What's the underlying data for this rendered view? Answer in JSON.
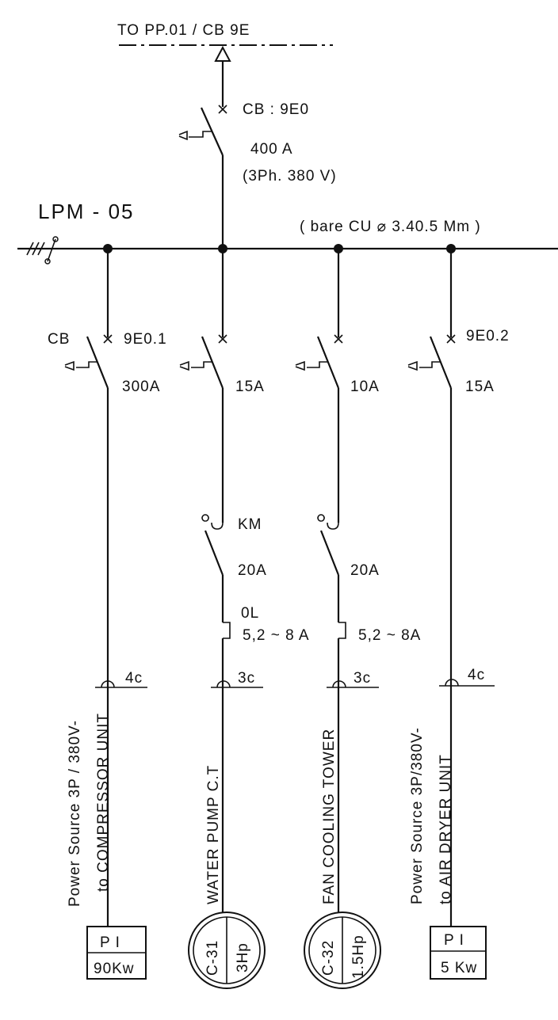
{
  "header": {
    "source_label": "TO PP.01 / CB 9E"
  },
  "main_breaker": {
    "name": "CB : 9E0",
    "rating": "400 A",
    "supply": "(3Ph. 380 V)"
  },
  "panel": {
    "name": "LPM - 05",
    "busbar": "( bare CU ⌀ 3.40.5 Mm )"
  },
  "feeders": [
    {
      "breaker_prefix": "CB",
      "breaker_id": "9E0.1",
      "breaker_rating": "300A",
      "cable": "4c",
      "load_line1": "Power Source 3P / 380V-",
      "load_line2": "to COMPRESSOR UNIT",
      "terminal_top": "P I",
      "terminal_bottom": "90Kw"
    },
    {
      "breaker_rating": "15A",
      "contactor": "KM",
      "contactor_rating": "20A",
      "overload": "0L",
      "overload_range": "5,2 ~ 8 A",
      "cable": "3c",
      "load_line1": "WATER PUMP C.T",
      "motor_id": "C-31",
      "motor_power": "3Hp"
    },
    {
      "breaker_rating": "10A",
      "contactor_rating": "20A",
      "overload_range": "5,2 ~ 8A",
      "cable": "3c",
      "load_line1": "FAN COOLING TOWER",
      "motor_id": "C-32",
      "motor_power": "1.5Hp"
    },
    {
      "breaker_id": "9E0.2",
      "breaker_rating": "15A",
      "cable": "4c",
      "load_line1": "Power Source 3P/380V-",
      "load_line2": "to AIR DRYER UNIT",
      "terminal_top": "P I",
      "terminal_bottom": "5 Kw"
    }
  ]
}
